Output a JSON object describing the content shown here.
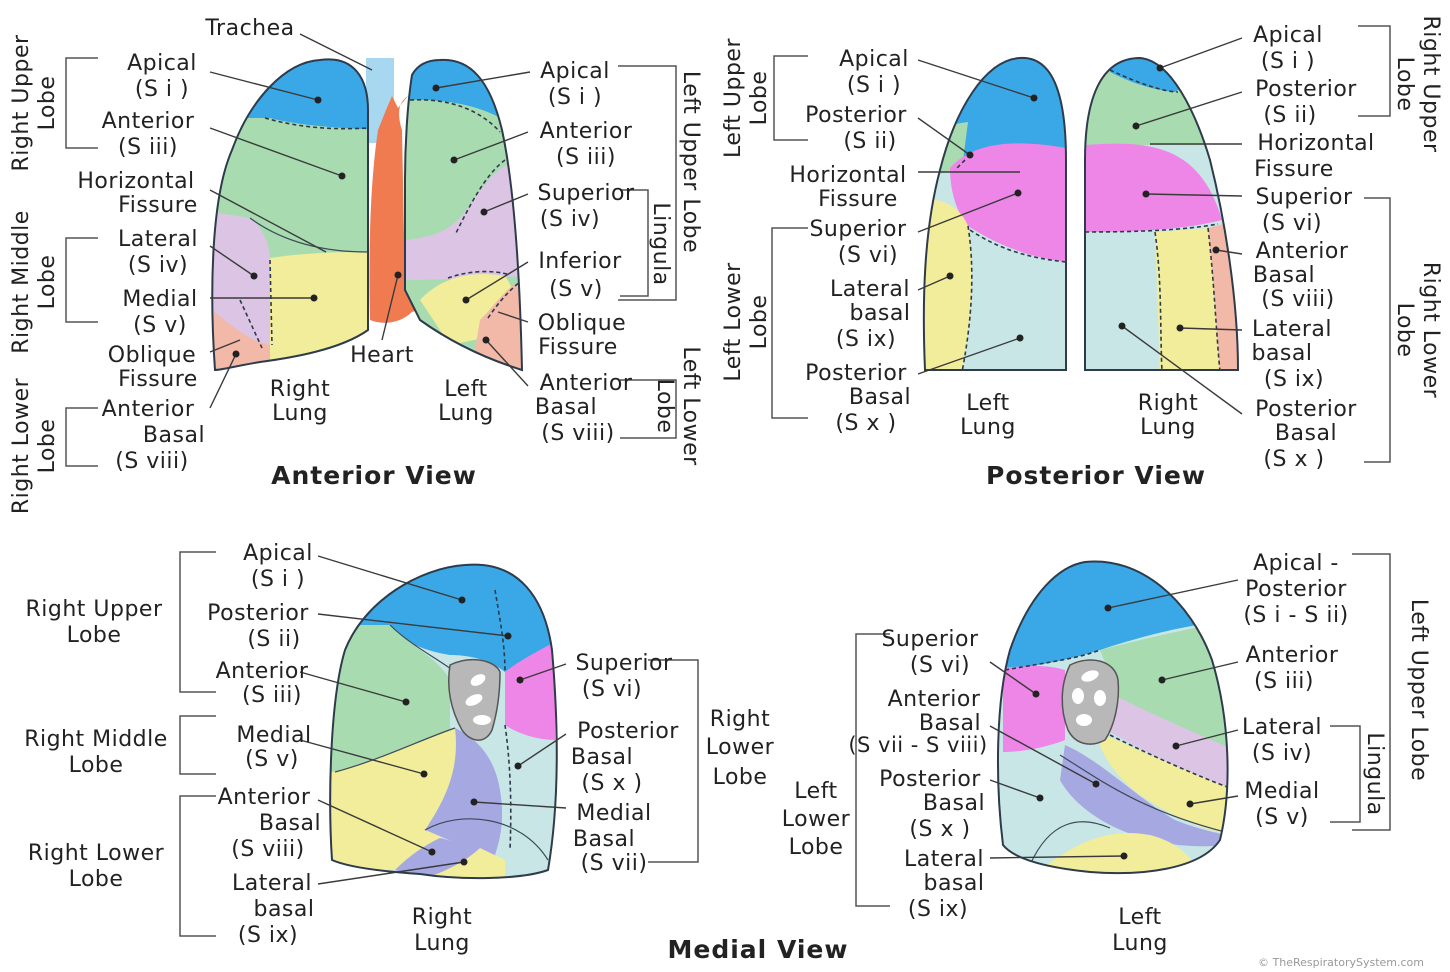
{
  "colors": {
    "apical": "#3aa8e6",
    "anterior": "#a8dcb0",
    "posterior": "#a8dcb0",
    "superior": "#ee86e8",
    "lateral_lingula": "#dcc4e4",
    "medial_lingula": "#f2ed9a",
    "anterior_basal": "#f2b8a8",
    "lateral_basal": "#f2ed9a",
    "posterior_basal": "#c8e6e6",
    "medial_basal": "#a6a8e2",
    "heart": "#f07b50",
    "trachea": "#a8d8f0",
    "hilum": "#b8b8b8"
  },
  "anterior": {
    "title": "Anterior View",
    "trachea": "Trachea",
    "heart": "Heart",
    "right_lung": [
      "Right",
      "Lung"
    ],
    "left_lung": [
      "Left",
      "Lung"
    ],
    "lobes_right": {
      "upper": [
        "Right Upper",
        "Lobe"
      ],
      "middle": [
        "Right Middle",
        "Lobe"
      ],
      "lower": [
        "Right Lower",
        "Lobe"
      ]
    },
    "lobes_left": {
      "upper": "Left Upper Lobe",
      "lingula": "Lingula",
      "lower": [
        "Left Lower",
        "Lobe"
      ]
    },
    "right_labels": {
      "apical": [
        "Apical",
        "(S i )"
      ],
      "anterior": [
        "Anterior",
        "(S iii)"
      ],
      "horizontal": [
        "Horizontal",
        "Fissure"
      ],
      "lateral": [
        "Lateral",
        "(S iv)"
      ],
      "medial": [
        "Medial",
        "(S v)"
      ],
      "oblique": [
        "Oblique",
        "Fissure"
      ],
      "anterior_basal": [
        "Anterior",
        "Basal",
        "(S viii)"
      ]
    },
    "left_labels": {
      "apical": [
        "Apical",
        "(S i )"
      ],
      "anterior": [
        "Anterior",
        "(S iii)"
      ],
      "superior": [
        "Superior",
        "(S iv)"
      ],
      "inferior": [
        "Inferior",
        "(S v)"
      ],
      "oblique": [
        "Oblique",
        "Fissure"
      ],
      "anterior_basal": [
        "Anterior",
        "Basal",
        "(S viii)"
      ]
    }
  },
  "posterior": {
    "title": "Posterior View",
    "left_lung": [
      "Left",
      "Lung"
    ],
    "right_lung": [
      "Right",
      "Lung"
    ],
    "lobes_left": {
      "upper": [
        "Left Upper",
        "Lobe"
      ],
      "lower": [
        "Left Lower",
        "Lobe"
      ]
    },
    "lobes_right": {
      "upper": [
        "Right Upper",
        "Lobe"
      ],
      "lower": [
        "Right Lower",
        "Lobe"
      ]
    },
    "left_labels": {
      "apical": [
        "Apical",
        "(S i )"
      ],
      "posterior": [
        "Posterior",
        "(S ii)"
      ],
      "horizontal": [
        "Horizontal",
        "Fissure"
      ],
      "superior": [
        "Superior",
        "(S vi)"
      ],
      "lateral_basal": [
        "Lateral",
        "basal",
        "(S ix)"
      ],
      "posterior_basal": [
        "Posterior",
        "Basal",
        "(S x )"
      ]
    },
    "right_labels": {
      "apical": [
        "Apical",
        "(S i )"
      ],
      "posterior": [
        "Posterior",
        "(S ii)"
      ],
      "horizontal": [
        "Horizontal",
        "Fissure"
      ],
      "superior": [
        "Superior",
        "(S vi)"
      ],
      "anterior_basal": [
        "Anterior",
        "Basal",
        "(S viii)"
      ],
      "lateral_basal": [
        "Lateral",
        "basal",
        "(S ix)"
      ],
      "posterior_basal": [
        "Posterior",
        "Basal",
        "(S x )"
      ]
    }
  },
  "medial": {
    "title": "Medial View",
    "right_lung": [
      "Right",
      "Lung"
    ],
    "left_lung": [
      "Left",
      "Lung"
    ],
    "lobes_right": {
      "upper": [
        "Right Upper",
        "Lobe"
      ],
      "middle": [
        "Right Middle",
        "Lobe"
      ],
      "lower_left": [
        "Right Lower",
        "Lobe"
      ],
      "lower_right": [
        "Right",
        "Lower",
        "Lobe"
      ]
    },
    "lobes_left": {
      "lower": [
        "Left",
        "Lower",
        "Lobe"
      ],
      "upper": "Left Upper Lobe",
      "lingula": "Lingula"
    },
    "right_labels": {
      "apical": [
        "Apical",
        "(S i )"
      ],
      "posterior": [
        "Posterior",
        "(S ii)"
      ],
      "anterior": [
        "Anterior",
        "(S iii)"
      ],
      "medial": [
        "Medial",
        "(S v)"
      ],
      "anterior_basal": [
        "Anterior",
        "Basal",
        "(S viii)"
      ],
      "lateral_basal": [
        "Lateral",
        "basal",
        "(S ix)"
      ],
      "superior": [
        "Superior",
        "(S vi)"
      ],
      "posterior_basal": [
        "Posterior",
        "Basal",
        "(S x )"
      ],
      "medial_basal": [
        "Medial",
        "Basal",
        "(S vii)"
      ]
    },
    "left_labels": {
      "superior": [
        "Superior",
        "(S vi)"
      ],
      "anterior_basal": [
        "Anterior",
        "Basal",
        "(S vii - S viii)"
      ],
      "posterior_basal": [
        "Posterior",
        "Basal",
        "(S x )"
      ],
      "lateral_basal": [
        "Lateral",
        "basal",
        "(S ix)"
      ],
      "apical_posterior": [
        "Apical -",
        "Posterior",
        "(S i - S ii)"
      ],
      "anterior": [
        "Anterior",
        "(S iii)"
      ],
      "lateral": [
        "Lateral",
        "(S iv)"
      ],
      "medial": [
        "Medial",
        "(S v)"
      ]
    }
  },
  "credit": "© TheRespiratorySystem.com"
}
